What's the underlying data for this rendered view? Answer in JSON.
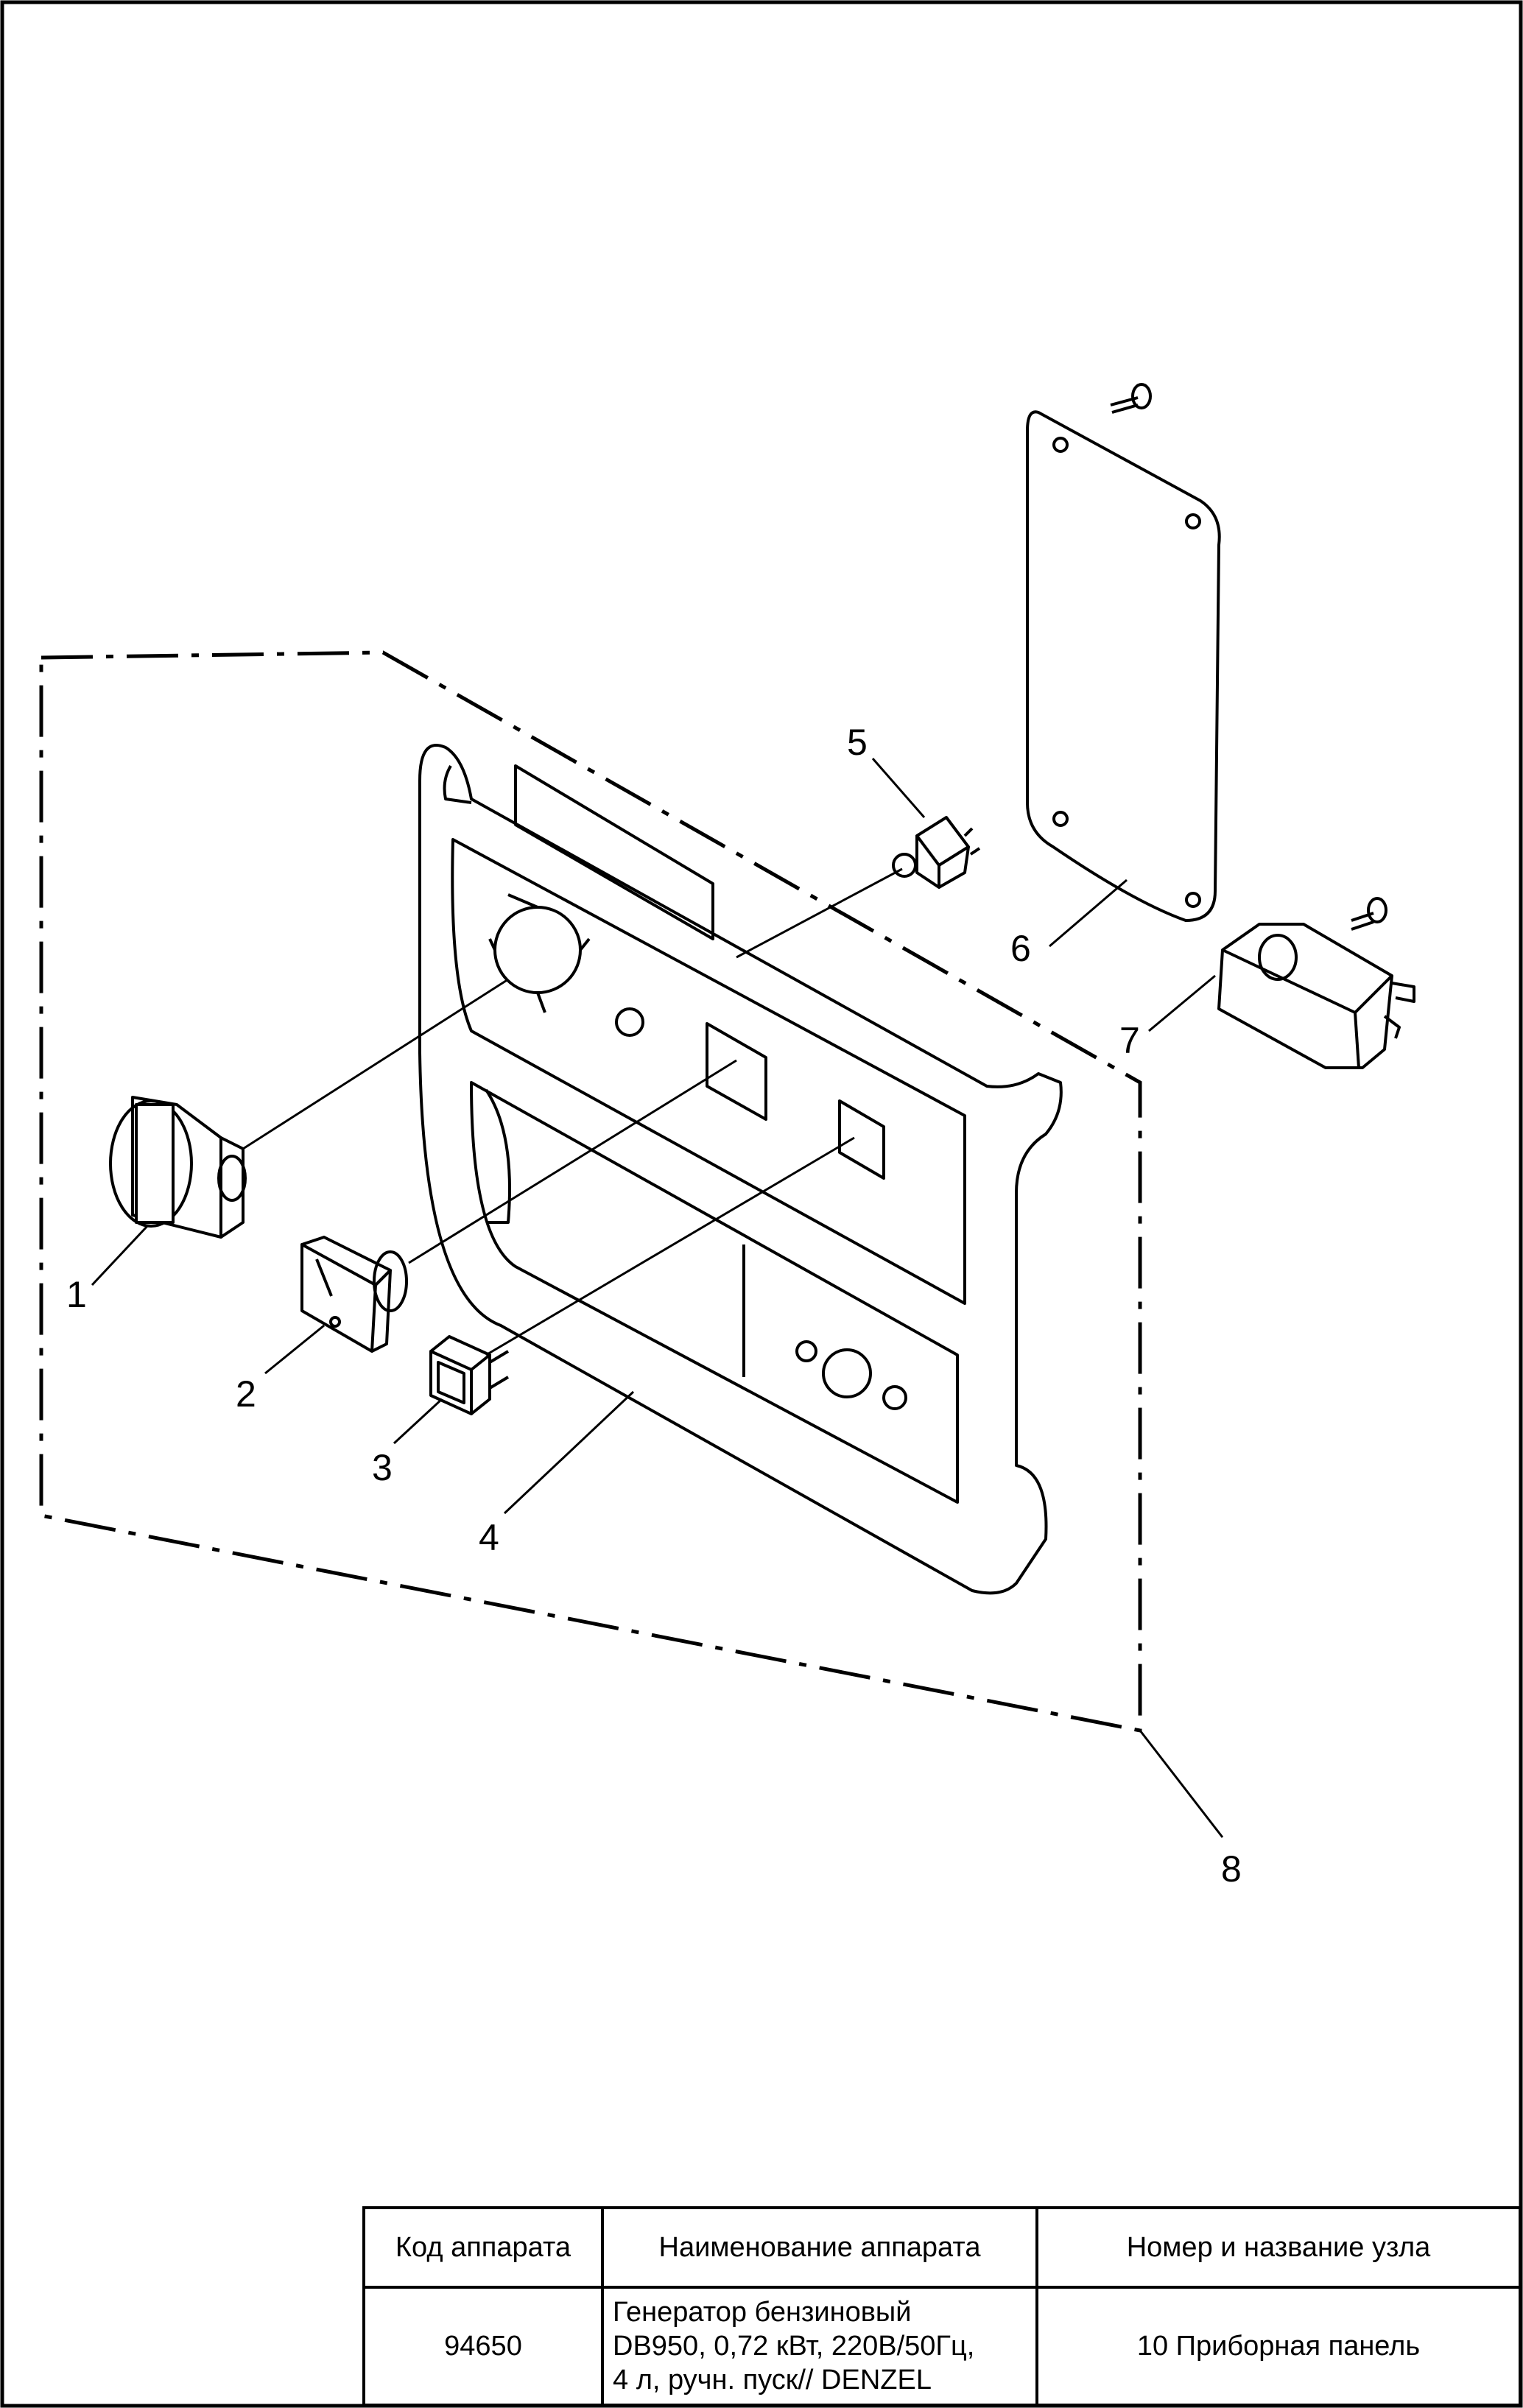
{
  "callouts": [
    "1",
    "2",
    "3",
    "4",
    "5",
    "6",
    "7",
    "8"
  ],
  "table": {
    "headers": [
      "Код аппарата",
      "Наименование аппарата",
      "Номер и название узла"
    ],
    "row": {
      "code": "94650",
      "name": "Генератор бензиновый\nDB950, 0,72 кВт, 220В/50Гц,\n4 л, ручн. пуск// DENZEL",
      "node": "10 Приборная панель"
    }
  },
  "colors": {
    "line": "#000000",
    "background": "#ffffff"
  }
}
